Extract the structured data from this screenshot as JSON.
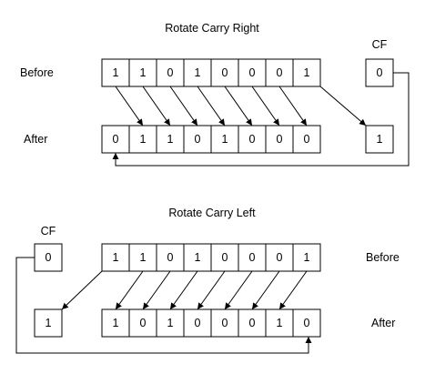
{
  "rcr": {
    "title": "Rotate Carry Right",
    "before_label": "Before",
    "after_label": "After",
    "cf_label": "CF",
    "before_bits": [
      "1",
      "1",
      "0",
      "1",
      "0",
      "0",
      "0",
      "1"
    ],
    "after_bits": [
      "0",
      "1",
      "1",
      "0",
      "1",
      "0",
      "0",
      "0"
    ],
    "cf_before": "0",
    "cf_after": "1"
  },
  "rcl": {
    "title": "Rotate Carry Left",
    "before_label": "Before",
    "after_label": "After",
    "cf_label": "CF",
    "before_bits": [
      "1",
      "1",
      "0",
      "1",
      "0",
      "0",
      "0",
      "1"
    ],
    "after_bits": [
      "1",
      "0",
      "1",
      "0",
      "0",
      "0",
      "1",
      "0"
    ],
    "cf_before": "0",
    "cf_after": "1"
  }
}
